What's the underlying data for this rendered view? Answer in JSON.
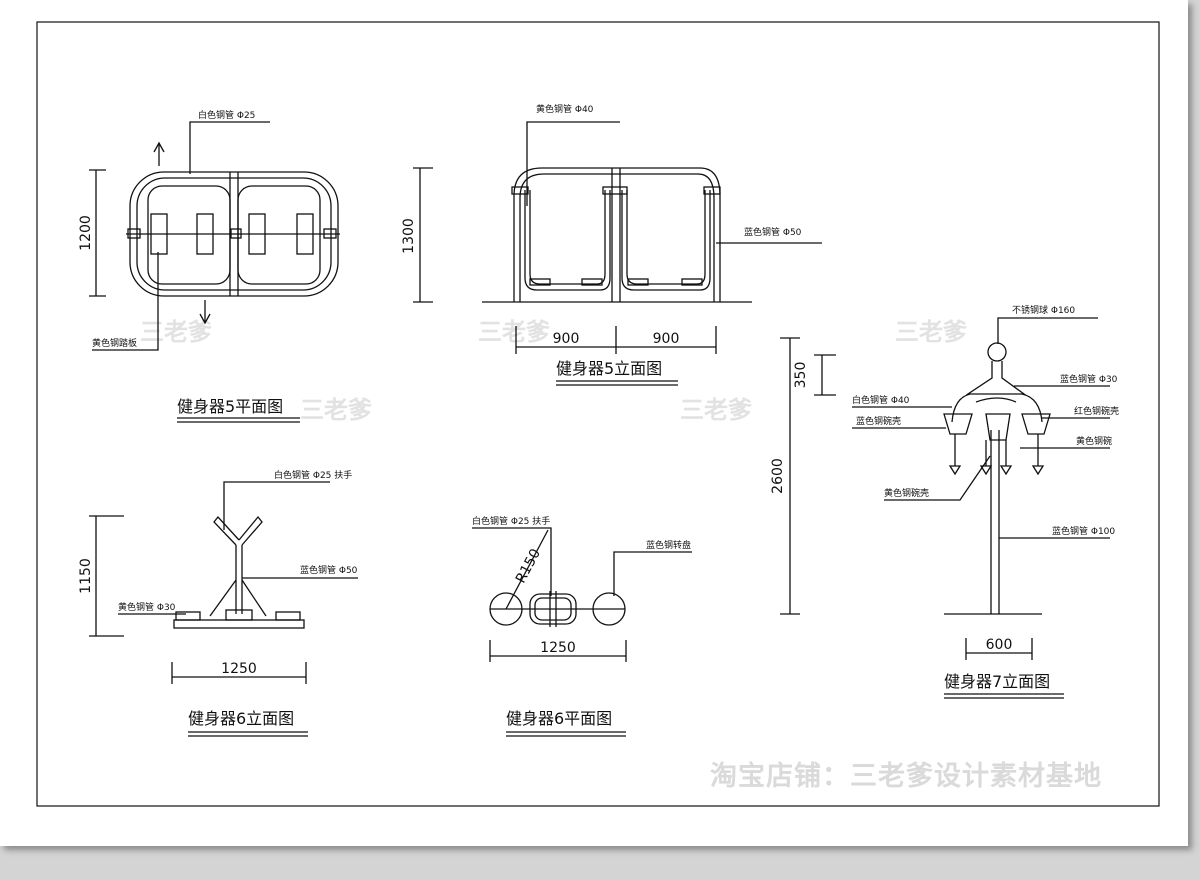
{
  "drawings": {
    "equip5_plan": {
      "title": "健身器5平面图",
      "dim_height": "1200",
      "label_top": "白色钢管 Φ25",
      "label_bottom": "黄色钢踏板"
    },
    "equip5_elev": {
      "title": "健身器5立面图",
      "dim_height": "1300",
      "dim_left": "900",
      "dim_right": "900",
      "label_top": "黄色钢管 Φ40",
      "label_right": "蓝色钢管 Φ50"
    },
    "equip6_elev": {
      "title": "健身器6立面图",
      "dim_height": "1150",
      "dim_width": "1250",
      "label_top": "白色钢管 Φ25 扶手",
      "label_mid": "蓝色钢管 Φ50",
      "label_base": "黄色钢管 Φ30"
    },
    "equip6_plan": {
      "title": "健身器6平面图",
      "dim_radius": "R150",
      "dim_width": "1250",
      "label_top": "白色钢管 Φ25 扶手",
      "label_right": "蓝色钢转盘"
    },
    "equip7_elev": {
      "title": "健身器7立面图",
      "dim_total": "2600",
      "dim_top": "350",
      "dim_width": "600",
      "label_ball": "不锈钢球 Φ160",
      "label_r1": "蓝色钢管 Φ30",
      "label_l1": "白色钢管 Φ40",
      "label_r2": "红色钢碗壳",
      "label_l2": "蓝色钢碗壳",
      "label_r3": "黄色钢碗",
      "label_l3": "黄色钢碗壳",
      "label_post": "蓝色钢管 Φ100"
    }
  },
  "watermark": {
    "text": "三老爹",
    "shop": "淘宝店铺：三老爹设计素材基地"
  }
}
